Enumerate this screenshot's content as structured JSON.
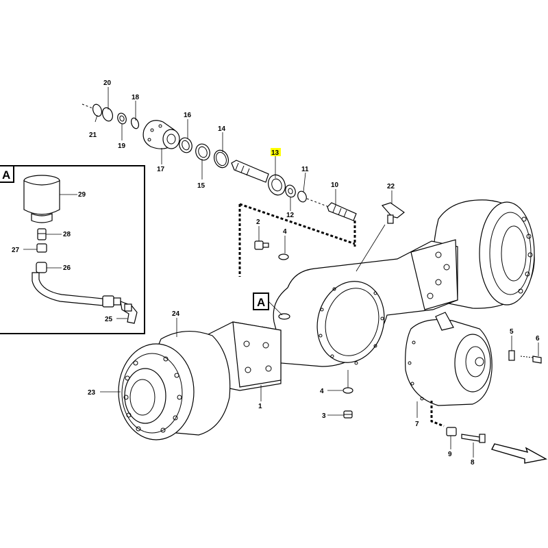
{
  "diagram": {
    "highlight_color": "#ffff00",
    "callouts": {
      "c1": "1",
      "c2": "2",
      "c3": "3",
      "c4a": "4",
      "c4b": "4",
      "c5": "5",
      "c6": "6",
      "c7": "7",
      "c8": "8",
      "c9": "9",
      "c10": "10",
      "c11": "11",
      "c12": "12",
      "c13": "13",
      "c14": "14",
      "c15": "15",
      "c16": "16",
      "c17": "17",
      "c18": "18",
      "c19": "19",
      "c20": "20",
      "c21": "21",
      "c22": "22",
      "c23": "23",
      "c24": "24",
      "c25": "25",
      "c26": "26",
      "c27": "27",
      "c28": "28",
      "c29": "29"
    },
    "detail_label_inset": "A",
    "detail_label_main": "A"
  }
}
